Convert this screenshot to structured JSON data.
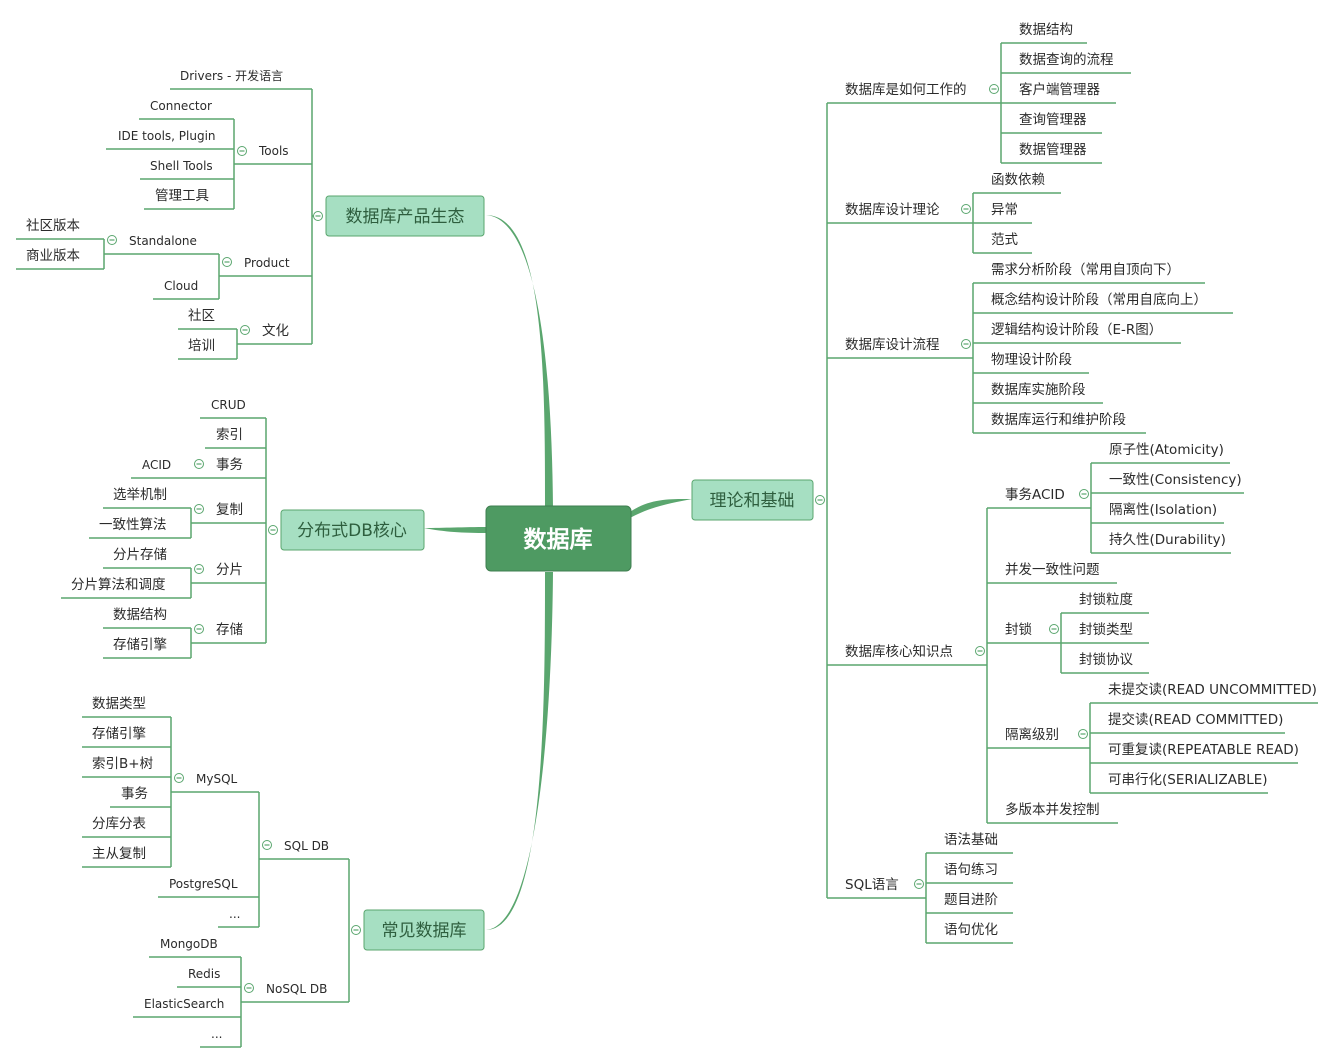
{
  "root": {
    "label": "数据库"
  },
  "ecosystem": {
    "label": "数据库产品生态",
    "drivers": "Drivers - 开发语言",
    "tools": {
      "label": "Tools",
      "items": [
        "Connector",
        "IDE tools, Plugin",
        "Shell Tools",
        "管理工具"
      ]
    },
    "product": {
      "label": "Product",
      "standalone": {
        "label": "Standalone",
        "items": [
          "社区版本",
          "商业版本"
        ]
      },
      "cloud": "Cloud"
    },
    "culture": {
      "label": "文化",
      "items": [
        "社区",
        "培训"
      ]
    }
  },
  "distributed": {
    "label": "分布式DB核心",
    "crud": "CRUD",
    "index": "索引",
    "transaction": {
      "label": "事务",
      "items": [
        "ACID"
      ]
    },
    "replication": {
      "label": "复制",
      "items": [
        "选举机制",
        "一致性算法"
      ]
    },
    "sharding": {
      "label": "分片",
      "items": [
        "分片存储",
        "分片算法和调度"
      ]
    },
    "storage": {
      "label": "存储",
      "items": [
        "数据结构",
        "存储引擎"
      ]
    }
  },
  "common": {
    "label": "常见数据库",
    "sql": {
      "label": "SQL DB",
      "mysql": {
        "label": "MySQL",
        "items": [
          "数据类型",
          "存储引擎",
          "索引B+树",
          "事务",
          "分库分表",
          "主从复制"
        ]
      },
      "postgres": "PostgreSQL",
      "more": "..."
    },
    "nosql": {
      "label": "NoSQL DB",
      "items": [
        "MongoDB",
        "Redis",
        "ElasticSearch",
        "..."
      ]
    }
  },
  "theory": {
    "label": "理论和基础",
    "how": {
      "label": "数据库是如何工作的",
      "items": [
        "数据结构",
        "数据查询的流程",
        "客户端管理器",
        "查询管理器",
        "数据管理器"
      ]
    },
    "design_theory": {
      "label": "数据库设计理论",
      "items": [
        "函数依赖",
        "异常",
        "范式"
      ]
    },
    "design_flow": {
      "label": "数据库设计流程",
      "items": [
        "需求分析阶段（常用自顶向下）",
        "概念结构设计阶段（常用自底向上）",
        "逻辑结构设计阶段（E-R图）",
        "物理设计阶段",
        "数据库实施阶段",
        "数据库运行和维护阶段"
      ]
    },
    "core": {
      "label": "数据库核心知识点",
      "acid": {
        "label": "事务ACID",
        "items": [
          "原子性(Atomicity)",
          "一致性(Consistency)",
          "隔离性(Isolation)",
          "持久性(Durability)"
        ]
      },
      "concurrency": "并发一致性问题",
      "lock": {
        "label": "封锁",
        "items": [
          "封锁粒度",
          "封锁类型",
          "封锁协议"
        ]
      },
      "isolation": {
        "label": "隔离级别",
        "items": [
          "未提交读(READ UNCOMMITTED)",
          "提交读(READ COMMITTED)",
          "可重复读(REPEATABLE READ)",
          "可串行化(SERIALIZABLE)"
        ]
      },
      "mvcc": "多版本并发控制"
    },
    "sql": {
      "label": "SQL语言",
      "items": [
        "语法基础",
        "语句练习",
        "题目进阶",
        "语句优化"
      ]
    }
  }
}
